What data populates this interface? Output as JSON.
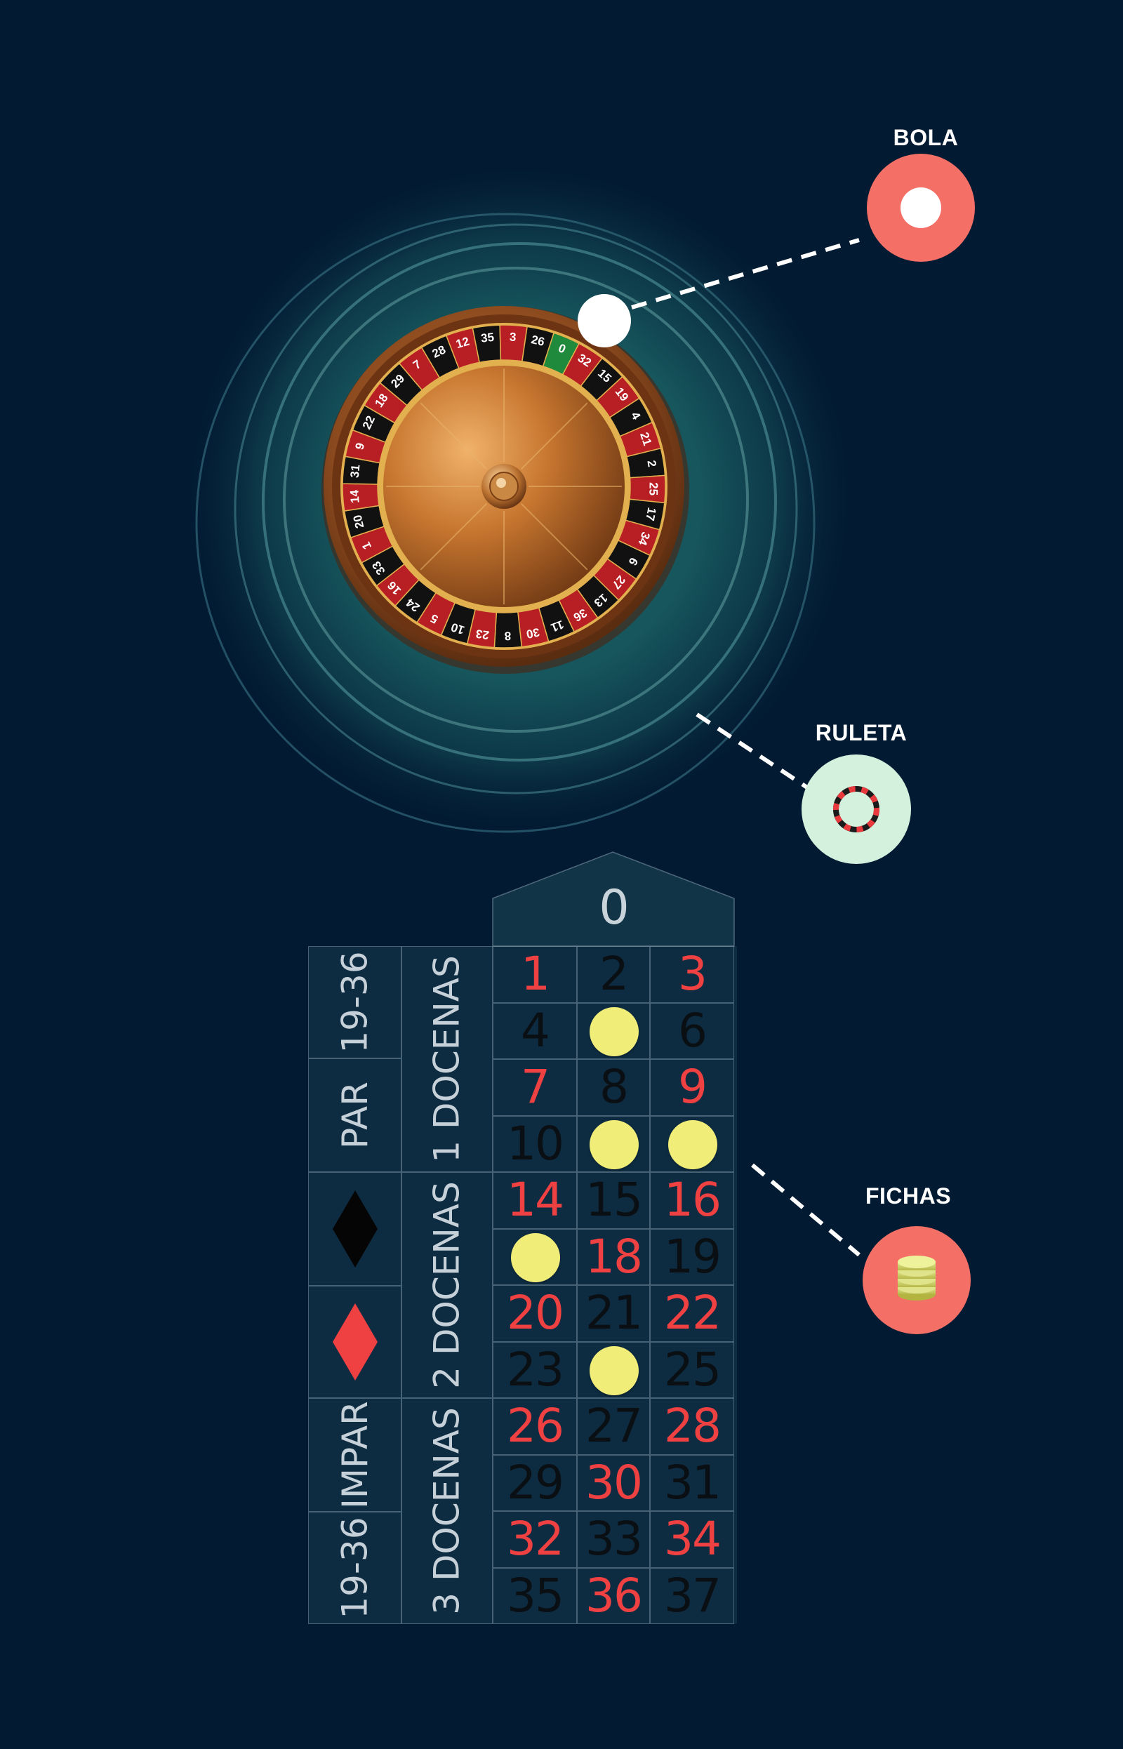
{
  "callouts": {
    "bola": "BOLA",
    "ruleta": "RULETA",
    "fichas": "FICHAS"
  },
  "wheel": {
    "numbers": [
      "0",
      "32",
      "15",
      "19",
      "4",
      "21",
      "2",
      "25",
      "17",
      "34",
      "6",
      "27",
      "13",
      "36",
      "11",
      "30",
      "8",
      "23",
      "10",
      "5",
      "24",
      "16",
      "33",
      "1",
      "20",
      "14",
      "31",
      "9",
      "22",
      "18",
      "29",
      "7",
      "28",
      "12",
      "35",
      "3",
      "26"
    ]
  },
  "table": {
    "zero": "0",
    "rows": [
      [
        {
          "n": "1",
          "c": "red"
        },
        {
          "n": "2",
          "c": "black"
        },
        {
          "n": "3",
          "c": "red"
        }
      ],
      [
        {
          "n": "4",
          "c": "black"
        },
        {
          "n": "",
          "c": "black",
          "chip": true
        },
        {
          "n": "6",
          "c": "black"
        }
      ],
      [
        {
          "n": "7",
          "c": "red"
        },
        {
          "n": "8",
          "c": "black"
        },
        {
          "n": "9",
          "c": "red"
        }
      ],
      [
        {
          "n": "10",
          "c": "black"
        },
        {
          "n": "",
          "c": "black",
          "chip": true
        },
        {
          "n": "",
          "c": "black",
          "chip": true
        }
      ],
      [
        {
          "n": "14",
          "c": "red"
        },
        {
          "n": "15",
          "c": "black"
        },
        {
          "n": "16",
          "c": "red"
        }
      ],
      [
        {
          "n": "",
          "c": "black",
          "chip": true
        },
        {
          "n": "18",
          "c": "red"
        },
        {
          "n": "19",
          "c": "black"
        }
      ],
      [
        {
          "n": "20",
          "c": "red"
        },
        {
          "n": "21",
          "c": "black"
        },
        {
          "n": "22",
          "c": "red"
        }
      ],
      [
        {
          "n": "23",
          "c": "black"
        },
        {
          "n": "",
          "c": "black",
          "chip": true
        },
        {
          "n": "25",
          "c": "black"
        }
      ],
      [
        {
          "n": "26",
          "c": "red"
        },
        {
          "n": "27",
          "c": "black"
        },
        {
          "n": "28",
          "c": "red"
        }
      ],
      [
        {
          "n": "29",
          "c": "black"
        },
        {
          "n": "30",
          "c": "red"
        },
        {
          "n": "31",
          "c": "black"
        }
      ],
      [
        {
          "n": "32",
          "c": "red"
        },
        {
          "n": "33",
          "c": "black"
        },
        {
          "n": "34",
          "c": "red"
        }
      ],
      [
        {
          "n": "35",
          "c": "black"
        },
        {
          "n": "36",
          "c": "red"
        },
        {
          "n": "37",
          "c": "black"
        }
      ]
    ],
    "dozens": [
      "1 DOCENAS",
      "2 DOCENAS",
      "3 DOCENAS"
    ],
    "outside": [
      "19-36",
      "PAR",
      "black-diamond",
      "red-diamond",
      "IMPAR",
      "19-36"
    ]
  },
  "colors": {
    "background": "#021b33",
    "red": "#ef4042",
    "coral": "#f46f66",
    "mint": "#d3f1dc",
    "chip": "#f1ed79",
    "felt": "#0f2f42"
  }
}
